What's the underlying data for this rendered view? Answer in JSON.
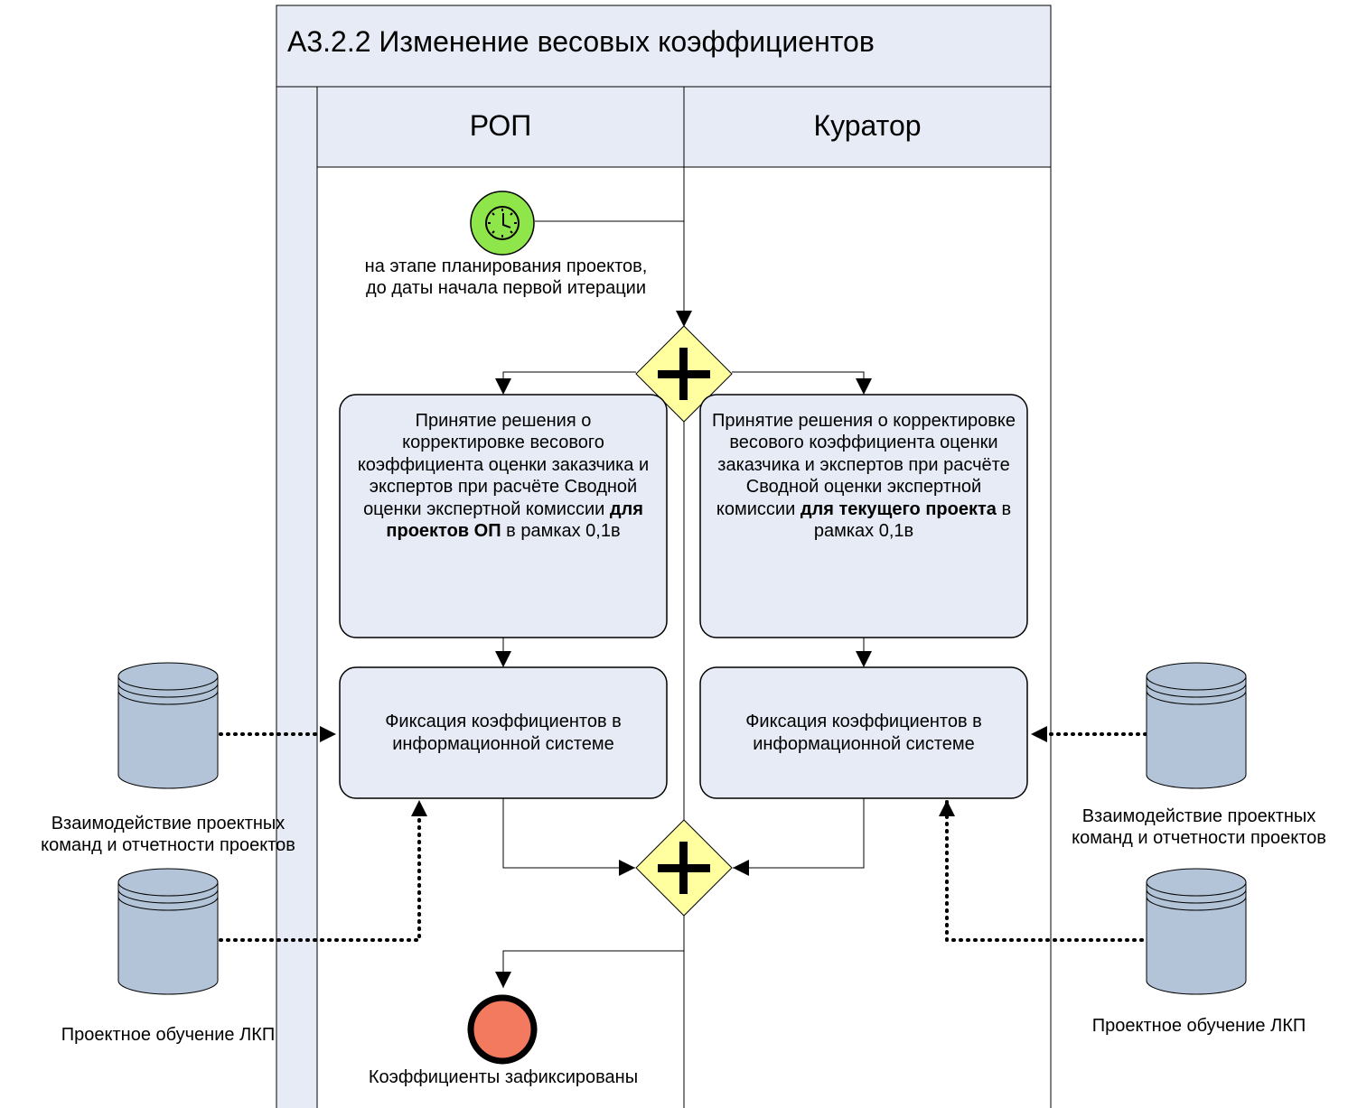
{
  "pool": {
    "title": "А3.2.2 Изменение весовых коэффициентов"
  },
  "lanes": [
    {
      "title": "РОП"
    },
    {
      "title": "Куратор"
    }
  ],
  "start_event": {
    "label_line1": "на этапе планирования проектов,",
    "label_line2": "до даты начала первой итерации",
    "icon": "clock-icon",
    "color": "#8fe64a"
  },
  "end_event": {
    "label": "Коэффициенты зафиксированы",
    "color": "#f47a5f"
  },
  "gateways": {
    "icon": "plus-icon",
    "color": "#ffff9f"
  },
  "tasks": {
    "decision_rop": {
      "text_before": "Принятие решения о корректировке весового коэффициента оценки заказчика и экспертов при расчёте Сводной оценки экспертной комиссии ",
      "bold": "для проектов ОП",
      "text_after": " в рамках 0,1в"
    },
    "decision_curator": {
      "text_before": "Принятие решения о корректировке весового коэффициента оценки заказчика и экспертов при расчёте Сводной оценки экспертной комиссии ",
      "bold": "для текущего проекта",
      "text_after": " в рамках 0,1в"
    },
    "fix_rop": {
      "text": "Фиксация коэффициентов в информационной системе"
    },
    "fix_curator": {
      "text": "Фиксация коэффициентов в информационной системе"
    }
  },
  "data_stores": {
    "left_top": {
      "label_line1": "Взаимодействие проектных",
      "label_line2": "команд и отчетности проектов"
    },
    "left_bottom": {
      "label": "Проектное обучение ЛКП"
    },
    "right_top": {
      "label_line1": "Взаимодействие проектных",
      "label_line2": "команд и отчетности проектов"
    },
    "right_bottom": {
      "label": "Проектное обучение ЛКП"
    }
  },
  "colors": {
    "header_fill": "#e6ebf5",
    "task_fill": "#e6ebf5",
    "store_fill": "#b3c3d8"
  }
}
